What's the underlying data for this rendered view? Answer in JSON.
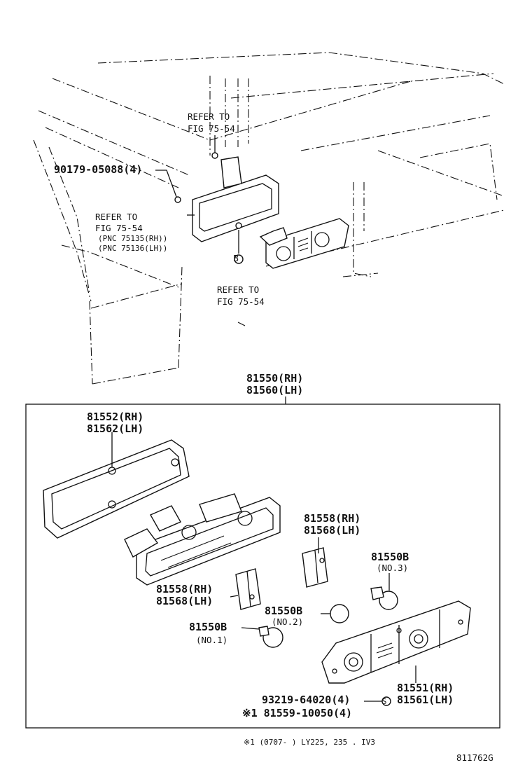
{
  "refs": {
    "top_refer_line1": "REFER TO",
    "top_refer_line2": "FIG 75-54",
    "left_refer_line1": "REFER TO",
    "left_refer_line2": "FIG 75-54",
    "left_pnc_rh": "(PNC 75135(RH))",
    "left_pnc_lh": "(PNC 75136(LH))",
    "bottom_refer_line1": "REFER TO",
    "bottom_refer_line2": "FIG 75-54"
  },
  "parts": {
    "bolt_nut": "90179-05088(4)",
    "assembly_rh": "81550(RH)",
    "assembly_lh": "81560(LH)",
    "gasket_rh": "81552(RH)",
    "gasket_lh": "81562(LH)",
    "socket_upper_rh": "81558(RH)",
    "socket_upper_lh": "81568(LH)",
    "bulb_no3": "81550B",
    "bulb_no3_sub": "(NO.3)",
    "socket_lower_rh": "81558(RH)",
    "socket_lower_lh": "81568(LH)",
    "bulb_no2": "81550B",
    "bulb_no2_sub": "(NO.2)",
    "bulb_no1": "81550B",
    "bulb_no1_sub": "(NO.1)",
    "lens_rh": "81551(RH)",
    "lens_lh": "81561(LH)",
    "screw": "93219-64020(4)",
    "screw_marker": "S",
    "lamp_unit": "※1 81559-10050(4)"
  },
  "callout_marker": "B",
  "footnote": "※1 (0707-     ) LY225, 235 . IV3",
  "figure_id": "811762G"
}
